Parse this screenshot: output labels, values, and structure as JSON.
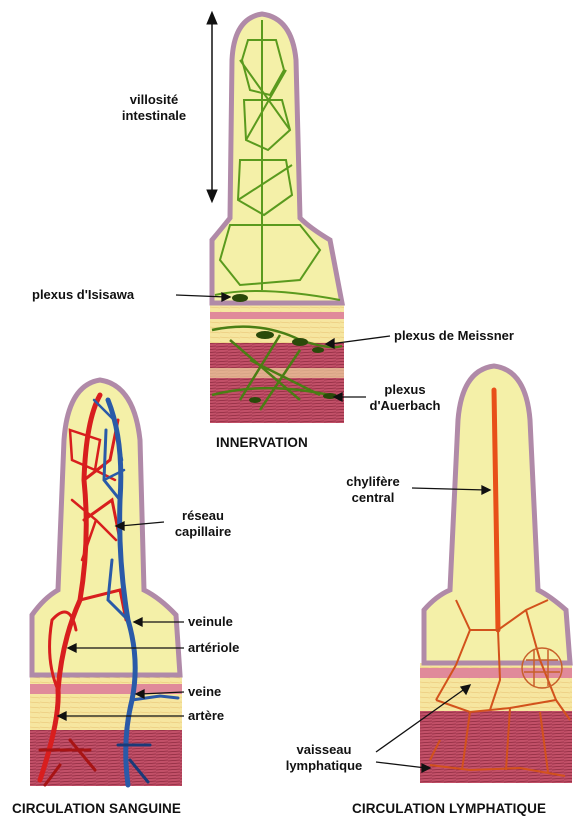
{
  "labels": {
    "villosite": "villosité\nintestinale",
    "isisawa": "plexus d'Isisawa",
    "meissner": "plexus de Meissner",
    "auerbach": "plexus\nd'Auerbach",
    "reseau": "réseau\ncapillaire",
    "veinule": "veinule",
    "arteriole": "artériole",
    "veine": "veine",
    "artere": "artère",
    "chylifere": "chylifère\ncentral",
    "vaisseau": "vaisseau\nlymphatique"
  },
  "titles": {
    "innervation": "INNERVATION",
    "sanguine": "CIRCULATION SANGUINE",
    "lymphatique": "CIRCULATION LYMPHATIQUE"
  },
  "colors": {
    "villus_fill": "#f4f0a8",
    "epithelium": "#b08aa8",
    "mucosa_pink": "#e8a0a0",
    "muscle_dark": "#b84860",
    "nerve_green": "#5a9a1e",
    "artery_red": "#d81e1e",
    "vein_blue": "#2a5aa8",
    "lymph_orange": "#e8501a"
  }
}
